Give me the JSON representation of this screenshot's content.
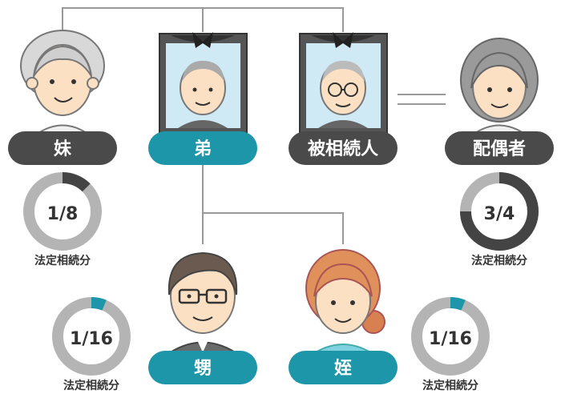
{
  "colors": {
    "teal": "#1c96a8",
    "dark": "#4a4a4a",
    "donut_gray": "#b4b4b4",
    "donut_dark": "#444444",
    "donut_teal": "#1c96a8",
    "line": "#999999"
  },
  "people": {
    "sister": {
      "label": "妹",
      "icon": "elderly-woman-icon"
    },
    "younger_brother": {
      "label": "弟",
      "icon": "deceased-portrait-icon"
    },
    "decedent": {
      "label": "被相続人",
      "icon": "deceased-portrait-icon"
    },
    "spouse": {
      "label": "配偶者",
      "icon": "elderly-woman-icon"
    },
    "nephew": {
      "label": "甥",
      "icon": "middle-aged-man-icon"
    },
    "niece": {
      "label": "姪",
      "icon": "young-woman-icon"
    }
  },
  "shares": {
    "sister": {
      "text": "1/8",
      "fraction": 0.125,
      "caption": "法定相続分"
    },
    "spouse": {
      "text": "3/4",
      "fraction": 0.75,
      "caption": "法定相続分"
    },
    "nephew": {
      "text": "1/16",
      "fraction": 0.0625,
      "caption": "法定相続分"
    },
    "niece": {
      "text": "1/16",
      "fraction": 0.0625,
      "caption": "法定相続分"
    }
  }
}
